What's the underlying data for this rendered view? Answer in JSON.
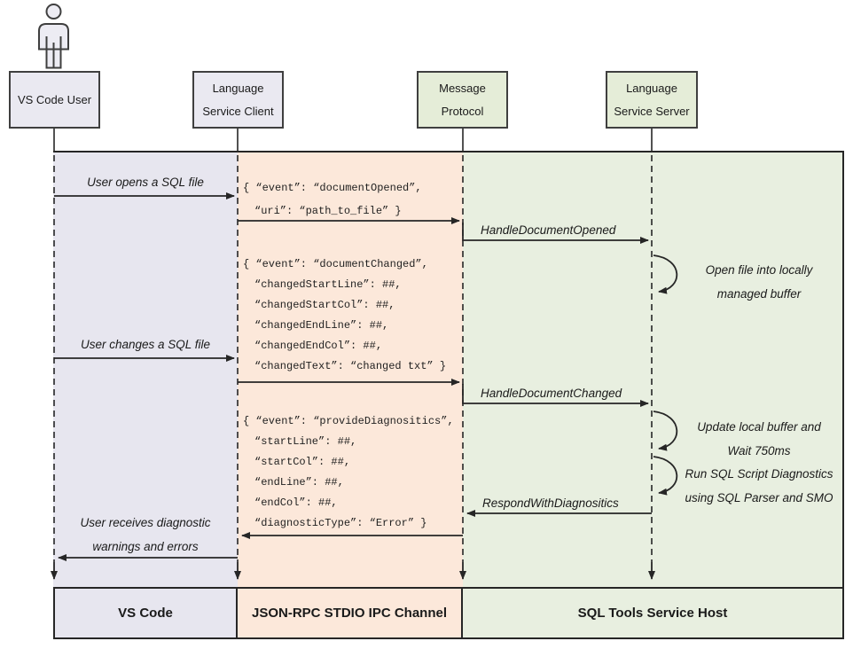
{
  "colors": {
    "lavender": "#e7e6ef",
    "peach": "#fce8da",
    "green": "#e8efe0",
    "box_lavender": "#eae9f1",
    "box_green": "#e5edd8",
    "line": "#262626",
    "border": "#3f3f3f",
    "ink": "#1a1a1a"
  },
  "actors": [
    {
      "line1": "VS Code User",
      "line2": ""
    },
    {
      "line1": "Language",
      "line2": "Service Client"
    },
    {
      "line1": "Message",
      "line2": "Protocol"
    },
    {
      "line1": "Language",
      "line2": "Service Server"
    }
  ],
  "messages": {
    "user_opens": "User opens a SQL file",
    "handle_document_opened": "HandleDocumentOpened",
    "user_changes": "User changes a SQL file",
    "handle_document_changed": "HandleDocumentChanged",
    "respond_with_diagnostics": "RespondWithDiagnositics",
    "user_receives_line1": "User receives diagnostic",
    "user_receives_line2": "warnings and errors"
  },
  "payloads": {
    "document_opened": {
      "lines": [
        "{ “event”: “documentOpened”,",
        "“uri”: “path_to_file” }"
      ]
    },
    "document_changed": {
      "lines": [
        "{ “event”: “documentChanged”,",
        "“changedStartLine”: ##,",
        "“changedStartCol”: ##,",
        "“changedEndLine”: ##,",
        "“changedEndCol”: ##,",
        "“changedText”: “changed txt” }"
      ]
    },
    "provide_diagnostics": {
      "lines": [
        "{ “event”: “provideDiagnositics”,",
        "“startLine”: ##,",
        "“startCol”: ##,",
        "“endLine”: ##,",
        "“endCol”: ##,",
        "“diagnosticType”: “Error” }"
      ]
    }
  },
  "annotations": {
    "open_file": [
      "Open file into locally",
      "managed buffer"
    ],
    "update_buffer": [
      "Update local buffer and",
      "Wait 750ms"
    ],
    "run_diagnostics": [
      "Run SQL Script Diagnostics",
      "using SQL Parser and SMO"
    ]
  },
  "lanes": [
    {
      "label": "VS Code"
    },
    {
      "label": "JSON-RPC STDIO IPC Channel"
    },
    {
      "label": "SQL Tools Service Host"
    }
  ]
}
